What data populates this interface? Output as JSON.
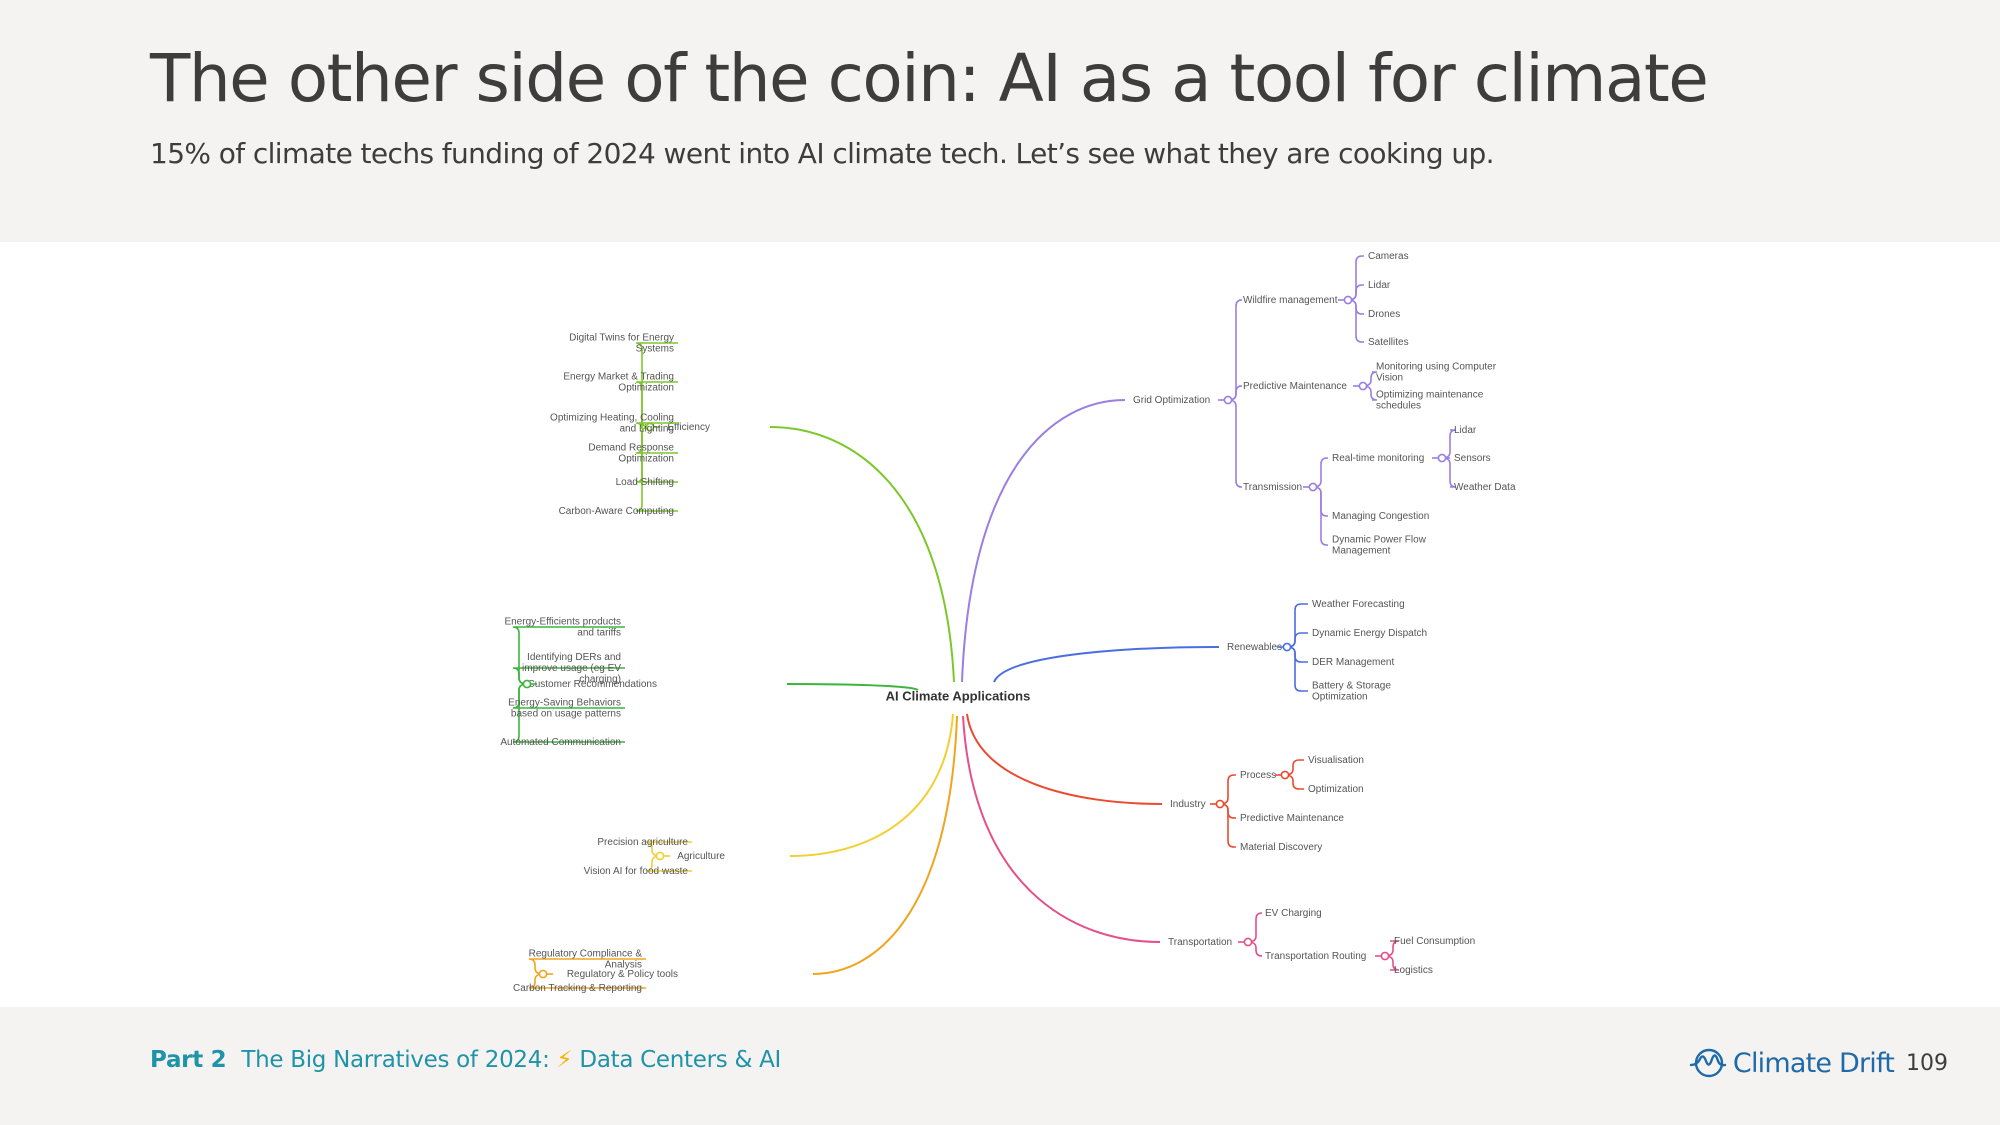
{
  "header": {
    "title": "The other side of the coin: AI as a tool for climate",
    "subtitle": "15% of climate techs funding of 2024 went into AI climate tech. Let’s see what they are cooking up."
  },
  "mindmap": {
    "root": "AI Climate Applications",
    "branches": [
      {
        "key": "efficiency",
        "label": "Efficiency",
        "side": "left",
        "color": "#7cc72a",
        "children": [
          {
            "key": "dt",
            "label": "Digital Twins for Energy Systems"
          },
          {
            "key": "emt",
            "label": "Energy Market & Trading Optimization"
          },
          {
            "key": "hcl",
            "label": "Optimizing Heating, Cooling and Lighting"
          },
          {
            "key": "dro",
            "label": "Demand Response Optimization"
          },
          {
            "key": "ls",
            "label": "Load Shifting"
          },
          {
            "key": "cac",
            "label": "Carbon-Aware Computing"
          }
        ]
      },
      {
        "key": "customer",
        "label": "Customer Recommendations",
        "side": "left",
        "color": "#3bb53b",
        "children": [
          {
            "key": "eep",
            "label": "Energy-Efficients products and tariffs"
          },
          {
            "key": "ider",
            "label": "Identifying DERs and improve usage (eg EV charging)"
          },
          {
            "key": "esb",
            "label": "Energy-Saving Behaviors based on usage patterns"
          },
          {
            "key": "ac",
            "label": "Automated Communication"
          }
        ]
      },
      {
        "key": "agriculture",
        "label": "Agriculture",
        "side": "left",
        "color": "#f2cf33",
        "children": [
          {
            "key": "pa",
            "label": "Precision agriculture"
          },
          {
            "key": "vai",
            "label": "Vision AI for food waste"
          }
        ]
      },
      {
        "key": "regulatory",
        "label": "Regulatory & Policy tools",
        "side": "left",
        "color": "#f0a51e",
        "children": [
          {
            "key": "rca",
            "label": "Regulatory Compliance & Analysis"
          },
          {
            "key": "ctr",
            "label": "Carbon Tracking & Reporting"
          }
        ]
      },
      {
        "key": "grid",
        "label": "Grid Optimization",
        "side": "right",
        "color": "#9b7ee2",
        "children": [
          {
            "key": "wm",
            "label": "Wildfire management",
            "children": [
              {
                "key": "cam",
                "label": "Cameras"
              },
              {
                "key": "lid1",
                "label": "Lidar"
              },
              {
                "key": "dro2",
                "label": "Drones"
              },
              {
                "key": "sat",
                "label": "Satellites"
              }
            ]
          },
          {
            "key": "pm",
            "label": "Predictive Maintenance",
            "children": [
              {
                "key": "mcv",
                "label": "Monitoring using Computer Vision"
              },
              {
                "key": "oms",
                "label": "Optimizing maintenance schedules"
              }
            ]
          },
          {
            "key": "tr",
            "label": "Transmission",
            "children": [
              {
                "key": "rtm",
                "label": "Real-time monitoring",
                "children": [
                  {
                    "key": "lid2",
                    "label": "Lidar"
                  },
                  {
                    "key": "sen",
                    "label": "Sensors"
                  },
                  {
                    "key": "wd",
                    "label": "Weather Data"
                  }
                ]
              },
              {
                "key": "mc",
                "label": "Managing Congestion"
              },
              {
                "key": "dpf",
                "label": "Dynamic Power Flow Management"
              }
            ]
          }
        ]
      },
      {
        "key": "renewables",
        "label": "Renewables",
        "side": "right",
        "color": "#4a6ee0",
        "children": [
          {
            "key": "wf",
            "label": "Weather Forecasting"
          },
          {
            "key": "ded",
            "label": "Dynamic Energy Dispatch"
          },
          {
            "key": "derm",
            "label": "DER Management"
          },
          {
            "key": "bso",
            "label": "Battery & Storage Optimization"
          }
        ]
      },
      {
        "key": "industry",
        "label": "Industry",
        "side": "right",
        "color": "#ea4a2e",
        "children": [
          {
            "key": "proc",
            "label": "Process",
            "children": [
              {
                "key": "vis",
                "label": "Visualisation"
              },
              {
                "key": "opt",
                "label": "Optimization"
              }
            ]
          },
          {
            "key": "ipm",
            "label": "Predictive Maintenance"
          },
          {
            "key": "md",
            "label": "Material Discovery"
          }
        ]
      },
      {
        "key": "transport",
        "label": "Transportation",
        "side": "right",
        "color": "#e5508a",
        "children": [
          {
            "key": "evc",
            "label": "EV Charging"
          },
          {
            "key": "trr",
            "label": "Transportation Routing",
            "children": [
              {
                "key": "fc",
                "label": "Fuel Consumption"
              },
              {
                "key": "log",
                "label": "Logistics"
              }
            ]
          }
        ]
      }
    ]
  },
  "footer": {
    "part": "Part 2",
    "section": "The Big Narratives of 2024:",
    "bolt": "⚡",
    "topic": "Data Centers & AI",
    "brand": "Climate Drift",
    "page": "109",
    "brand_color": "#1f6aa8",
    "accent_color": "#1f93a8"
  }
}
